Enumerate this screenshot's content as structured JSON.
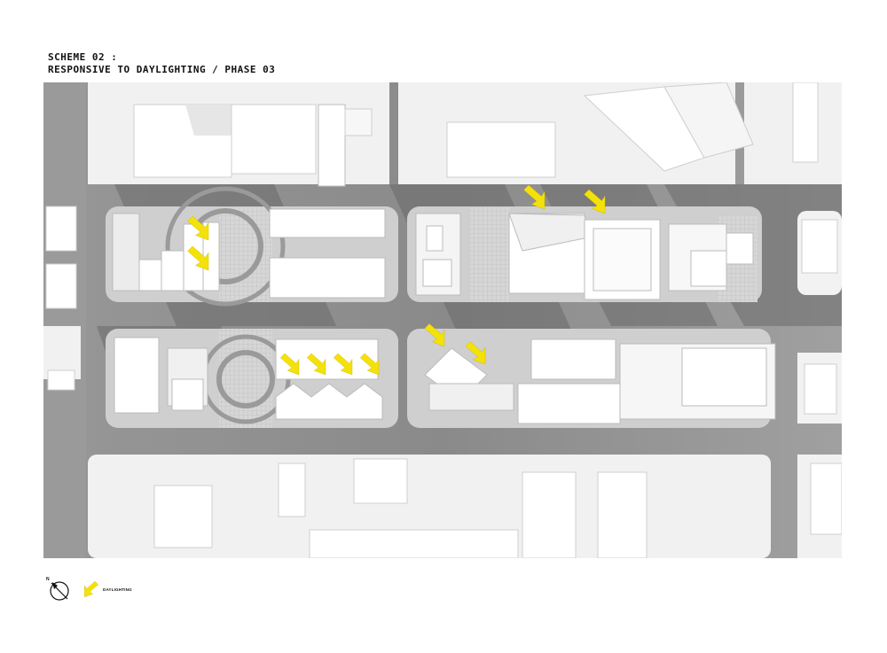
{
  "title": {
    "line1": "SCHEME 02 :",
    "line2": "RESPONSIVE TO DAYLIGHTING / PHASE 03"
  },
  "legend": {
    "north_label": "N",
    "daylighting_label": "DAYLIGHTING",
    "arrow_color": "#f5e10a"
  },
  "icons": {
    "north": "north-arrow-icon",
    "daylight": "daylight-arrow-icon"
  },
  "colors": {
    "road": "#8d8d8d",
    "block": "#ffffff",
    "plaza": "#d9d9d9",
    "shadow": "#6e6e6e",
    "accent": "#f5e10a"
  }
}
